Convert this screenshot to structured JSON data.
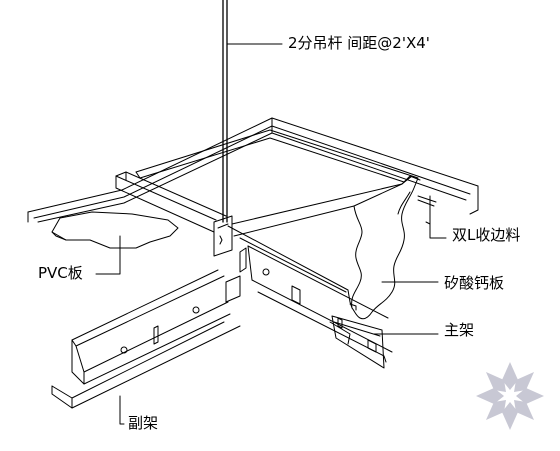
{
  "labels": {
    "hanger_rod": "2分吊杆 间距@2'X4'",
    "double_l_edge": "双L收边料",
    "calcium_silicate_board": "矽酸钙板",
    "main_runner": "主架",
    "pvc_board": "PVC板",
    "cross_runner": "副架"
  },
  "colors": {
    "line": "#000000",
    "paper": "#ffffff",
    "watermark": "#c8c8d4"
  },
  "watermark_icon": "flower-watermark-icon"
}
